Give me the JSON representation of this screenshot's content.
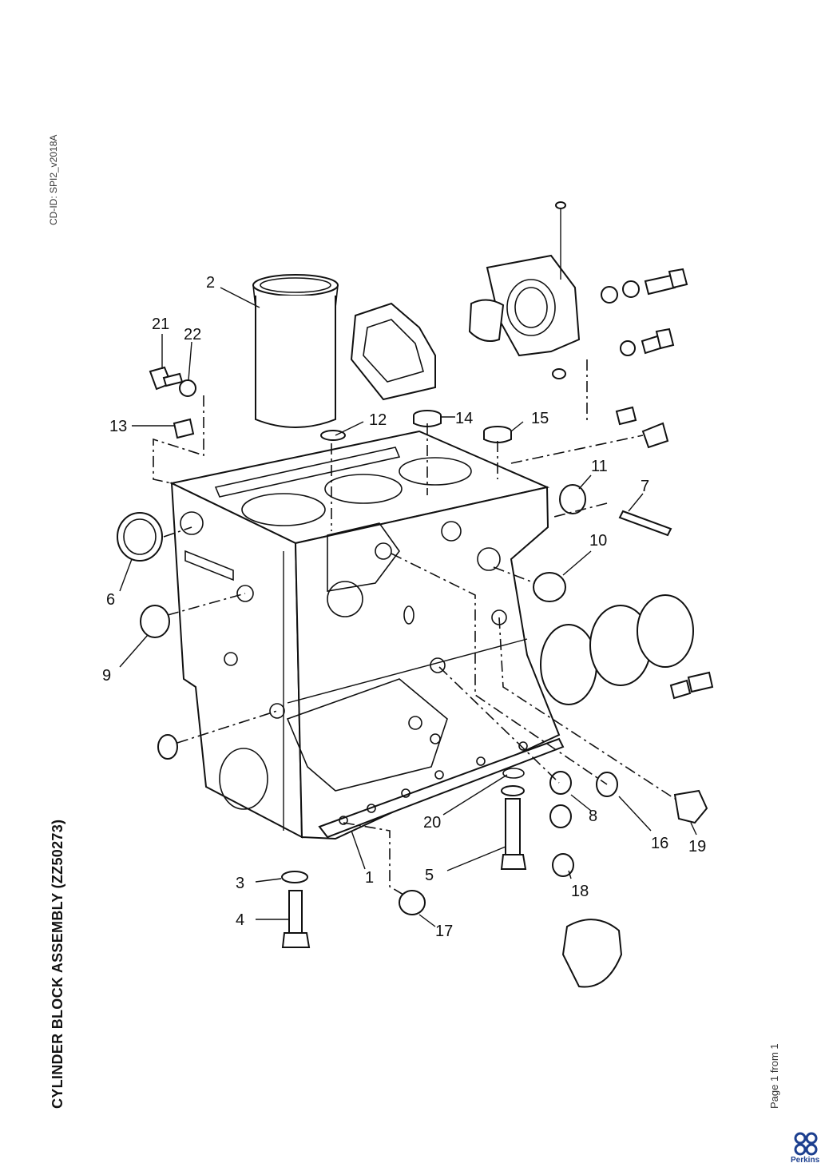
{
  "doc": {
    "cd_id": "CD-ID: SPI2_v2018A",
    "title": "CYLINDER BLOCK ASSEMBLY (ZZ50273)",
    "page": "Page 1 from 1",
    "brand": "Perkins"
  },
  "callouts": [
    "1",
    "2",
    "3",
    "4",
    "5",
    "6",
    "7",
    "8",
    "9",
    "10",
    "11",
    "12",
    "13",
    "14",
    "15",
    "16",
    "17",
    "18",
    "19",
    "20",
    "21",
    "22"
  ],
  "colors": {
    "ink": "#111111",
    "brand": "#1c3f8f"
  },
  "icons": [
    "perkins-logo-icon"
  ]
}
